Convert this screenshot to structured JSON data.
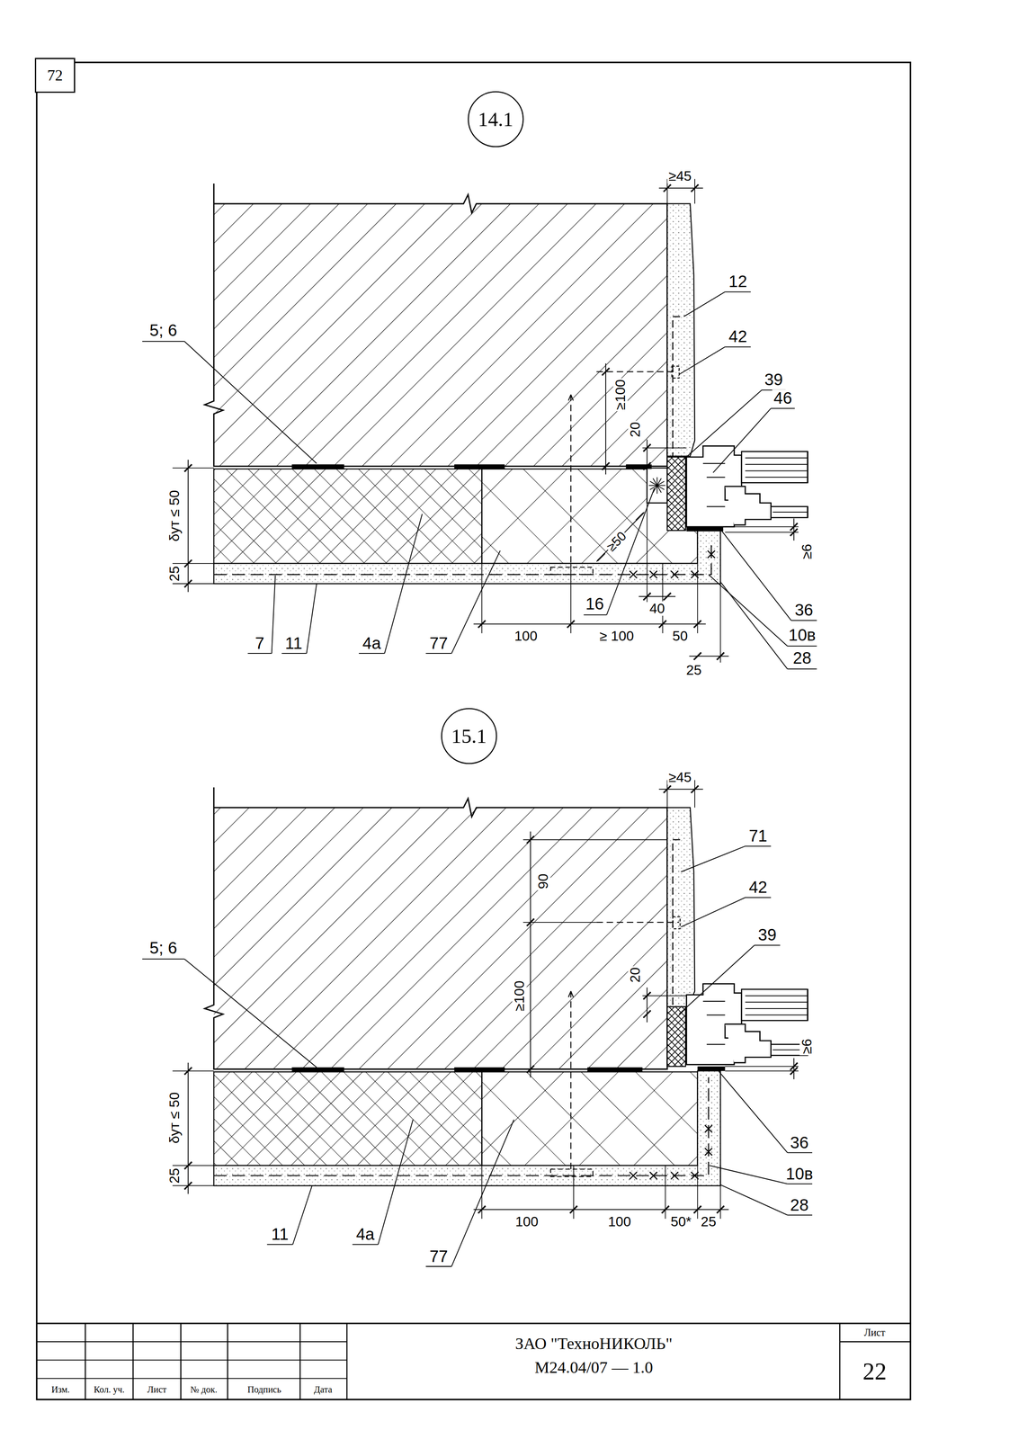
{
  "diagram": {
    "nodes": [
      {
        "text": [
          "72"
        ]
      },
      {
        "text": [
          "14.1"
        ]
      },
      {
        "text": [
          "15.1"
        ]
      }
    ],
    "labels": [
      "≥45",
      "12",
      "42",
      "39",
      "46",
      "5; 6",
      "≥100",
      "20",
      "δут ≤ 50",
      "25",
      "≥50",
      "16",
      "40",
      "≥6",
      "36",
      "7",
      "11",
      "4а",
      "77",
      "100",
      "≥ 100",
      "50",
      "10в",
      "25",
      "28",
      "≥45",
      "71",
      "42",
      "39",
      "90",
      "≥100",
      "20",
      "5; 6",
      "δут ≤ 50",
      "25",
      "≥6",
      "36",
      "10в",
      "28",
      "11",
      "4а",
      "77",
      "100",
      "100",
      "50*",
      "25",
      "Изм.",
      "Кол. уч.",
      "Лист",
      "№ док.",
      "Подпись",
      "Дата",
      "ЗАО \"ТехноНИКОЛЬ\"",
      "М24.04/07 — 1.0",
      "Лист",
      "22"
    ]
  }
}
